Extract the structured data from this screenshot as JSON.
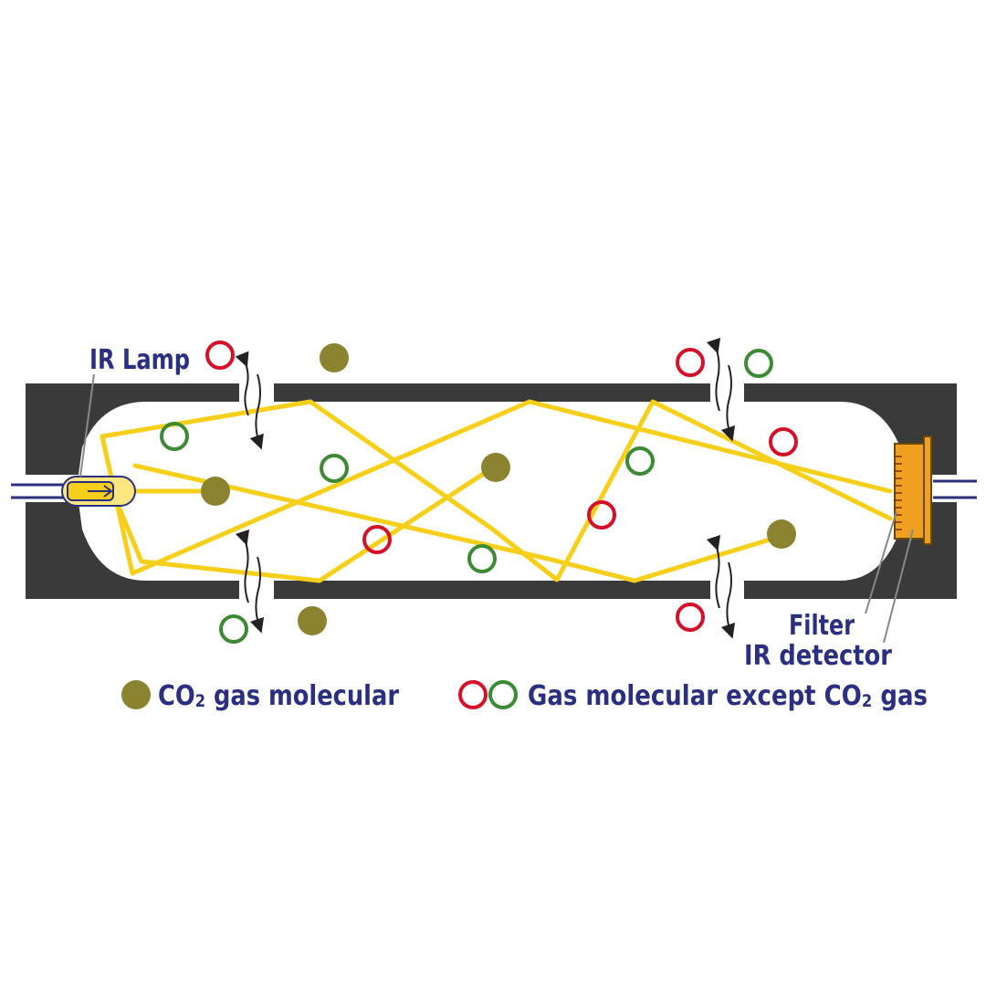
{
  "colors": {
    "housing": "#3a3a3a",
    "beam": "#f5cf1a",
    "co2_molecule": "#8b8330",
    "other_molecule_red": "#d3122a",
    "other_molecule_green": "#3d8a34",
    "label": "#2b2f7f",
    "detector": "#f0a020",
    "arrow": "#222222"
  },
  "labels": {
    "ir_lamp": "IR Lamp",
    "filter": "Filter",
    "ir_detector": "IR detector"
  },
  "legend": {
    "co2_prefix": "CO",
    "co2_sub": "2",
    "co2_suffix": " gas molecular",
    "other_prefix": "Gas molecular except CO",
    "other_sub": "2",
    "other_suffix": " gas"
  },
  "icons": {
    "lamp": "ir-lamp-icon",
    "detector": "ir-detector-icon",
    "co2": "filled-circle-icon",
    "other": "hollow-circle-icon",
    "gas_flow": "double-arrow-icon"
  }
}
